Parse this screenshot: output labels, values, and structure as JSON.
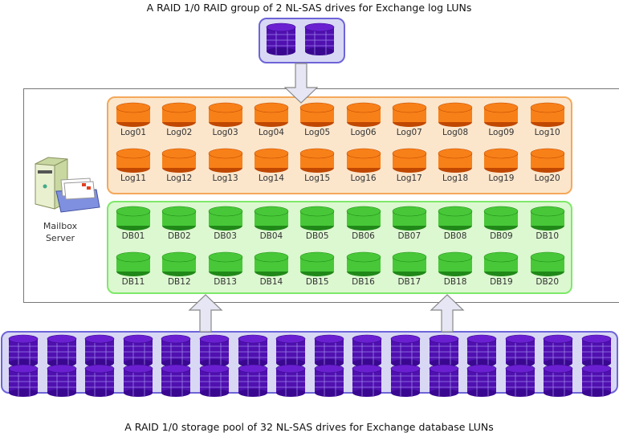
{
  "captions": {
    "top": "A RAID 1/0 RAID group of 2 NL-SAS drives for Exchange log LUNs",
    "bottom": "A RAID 1/0 storage pool of 32 NL-SAS drives for Exchange database LUNs"
  },
  "server": {
    "line1": "Mailbox",
    "line2": "Server"
  },
  "log_luns": [
    "Log01",
    "Log02",
    "Log03",
    "Log04",
    "Log05",
    "Log06",
    "Log07",
    "Log08",
    "Log09",
    "Log10",
    "Log11",
    "Log12",
    "Log13",
    "Log14",
    "Log15",
    "Log16",
    "Log17",
    "Log18",
    "Log19",
    "Log20"
  ],
  "db_luns": [
    "DB01",
    "DB02",
    "DB03",
    "DB04",
    "DB05",
    "DB06",
    "DB07",
    "DB08",
    "DB09",
    "DB10",
    "DB11",
    "DB12",
    "DB13",
    "DB14",
    "DB15",
    "DB16",
    "DB17",
    "DB18",
    "DB19",
    "DB20"
  ],
  "counts": {
    "log_drives": 2,
    "pool_drives": 32
  },
  "colors": {
    "log": "#f07010",
    "db": "#30b030",
    "drive": "#5010b0"
  }
}
